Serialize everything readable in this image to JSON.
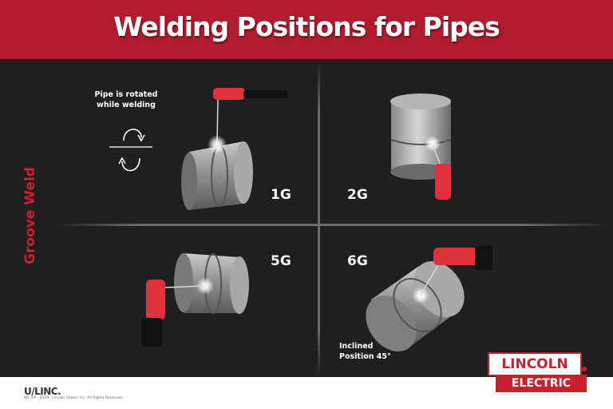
{
  "header": {
    "title": "Welding Positions for Pipes"
  },
  "side_label": "Groove Weld",
  "positions": {
    "p1G": "1G",
    "p2G": "2G",
    "p5G": "5G",
    "p6G": "6G"
  },
  "notes": {
    "rotated_line1": "Pipe is rotated",
    "rotated_line2": "while welding",
    "inclined_line1": "Inclined",
    "inclined_line2": "Position 45°"
  },
  "footer": {
    "logo": "U/LINC.",
    "copyright": "WC-XX · 2019 · Lincoln Global, Inc. All Rights Reserved."
  },
  "brand": {
    "top": "LINCOLN",
    "bottom": "ELECTRIC"
  },
  "colors": {
    "header": "#b01c2e",
    "board": "#1f1f1f",
    "accent": "#c8202f",
    "torch": "#e0323c"
  },
  "icons": [
    "rotation-arrow-cw-icon",
    "rotation-arrow-ccw-icon",
    "weld-spark-icon"
  ]
}
